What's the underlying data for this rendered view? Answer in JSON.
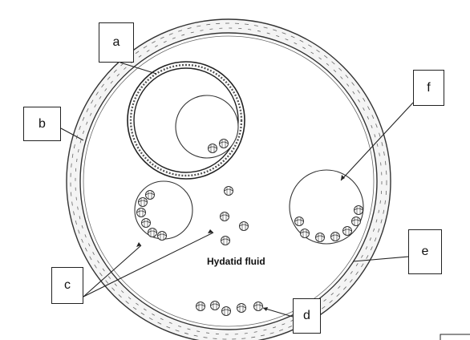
{
  "labels": {
    "a": "a",
    "b": "b",
    "c": "c",
    "d": "d",
    "e": "e",
    "f": "f"
  },
  "fluid_label": "Hydatid fluid",
  "colors": {
    "stroke": "#333333",
    "background": "#ffffff",
    "wall_fill": "#f4f4f4"
  }
}
